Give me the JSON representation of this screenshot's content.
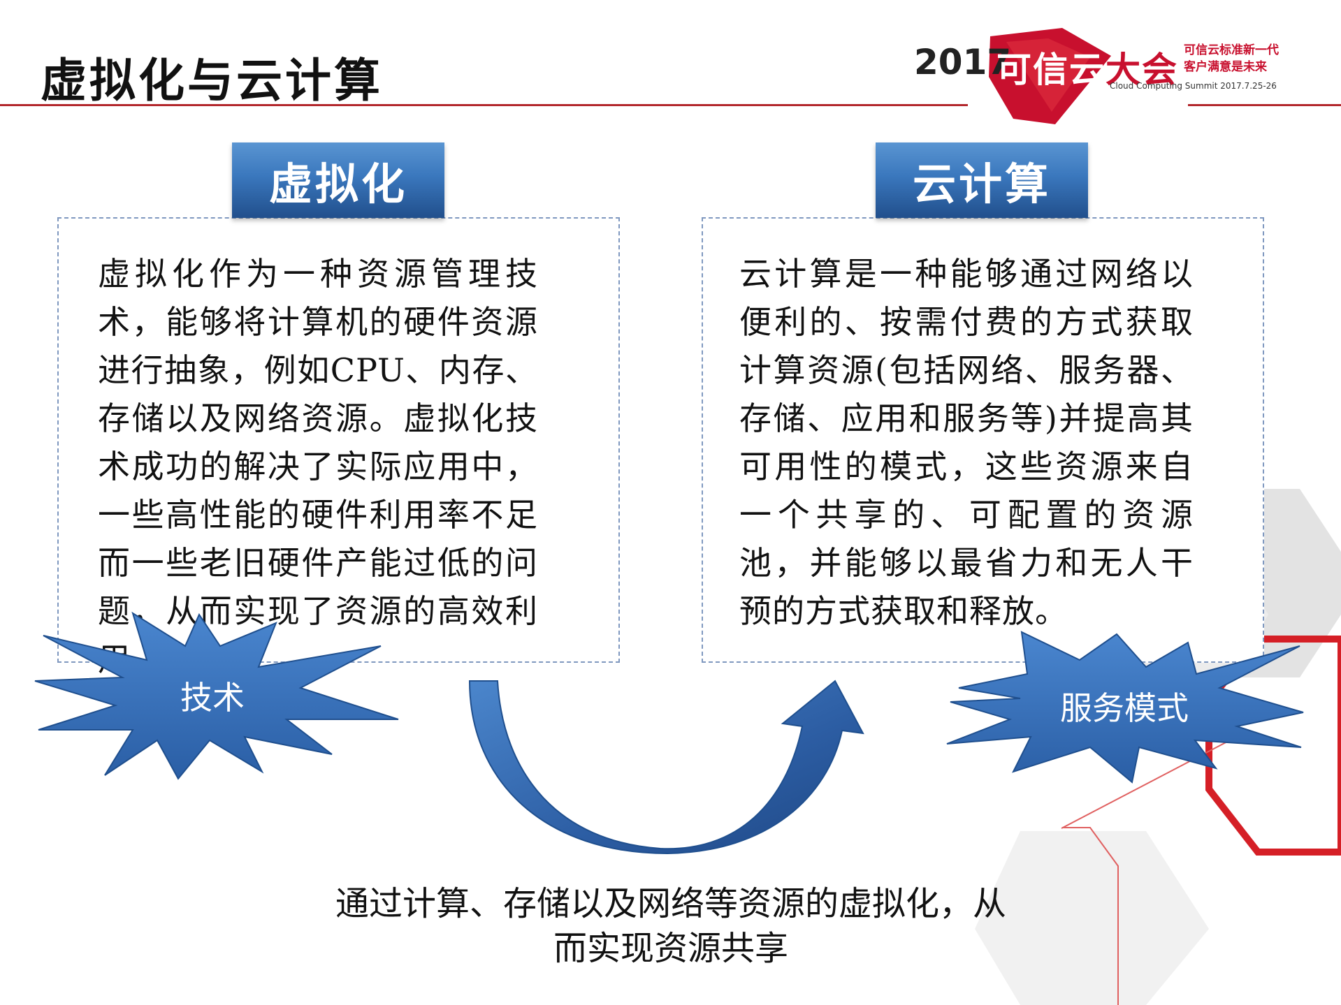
{
  "slide": {
    "title": "虚拟化与云计算"
  },
  "logo": {
    "year": "2017",
    "name_white": "可信云",
    "name_red": "大会",
    "slogan_line1": "可信云标准新一代",
    "slogan_line2": "客户满意是未来",
    "subtitle": "Cloud Computing Summit 2017.7.25-26"
  },
  "left_panel": {
    "header": "虚拟化",
    "body": "虚拟化作为一种资源管理技术，能够将计算机的硬件资源进行抽象，例如CPU、内存、存储以及网络资源。虚拟化技术成功的解决了实际应用中，一些高性能的硬件利用率不足而一些老旧硬件产能过低的问题，从而实现了资源的高效利用。",
    "star_label": "技术"
  },
  "right_panel": {
    "header": "云计算",
    "body": "云计算是一种能够通过网络以便利的、按需付费的方式获取计算资源(包括网络、服务器、存储、应用和服务等)并提高其可用性的模式，这些资源来自一个共享的、可配置的资源池，并能够以最省力和无人干预的方式获取和释放。",
    "star_label": "服务模式"
  },
  "caption": {
    "line1": "通过计算、存储以及网络等资源的虚拟化，从",
    "line2": "而实现资源共享"
  },
  "colors": {
    "accent_red": "#b3282d",
    "logo_red": "#c8102e",
    "header_blue": "#3a77bd",
    "star_blue": "#3b74c1",
    "dash_border": "#7f98bf"
  }
}
